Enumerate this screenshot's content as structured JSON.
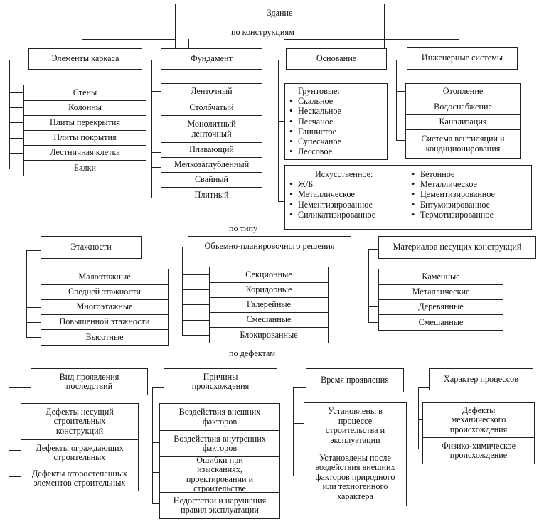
{
  "root": "Здание",
  "section_labels": {
    "by_construction": "по конструкциям",
    "by_type": "по типу",
    "by_defects": "по дефектам"
  },
  "construction": {
    "frame": {
      "title": "Элементы каркаса",
      "items": [
        "Стены",
        "Колонны",
        "Плиты перекрытия",
        "Плиты покрытия",
        "Лестничная клетка",
        "Балки"
      ]
    },
    "foundation": {
      "title": "Фундамент",
      "items": [
        "Ленточный",
        "Столбчатый",
        "Монолитный ленточный",
        "Плавающий",
        "Мелкозаглубленный",
        "Свайный",
        "Плитный"
      ]
    },
    "base": {
      "title": "Основание",
      "soil_title": "Грунтовые:",
      "soil": [
        "Скальное",
        "Нескальное",
        "Песчаное",
        "Глинистое",
        "Супесчаное",
        "Лессовое"
      ],
      "artificial_title": "Искусственное:",
      "artificial_left": [
        "Ж/Б",
        "Металлическое",
        "Цементизированное",
        "Силикатизированное"
      ],
      "artificial_right": [
        "Бетонное",
        "Металлическое",
        "Цементизированное",
        "Битумизированное",
        "Термотизированное"
      ]
    },
    "engineering": {
      "title": "Инженерные системы",
      "items": [
        "Отопление",
        "Водоснабжение",
        "Канализация",
        "Система вентиляции и кондиционирования"
      ]
    }
  },
  "type": {
    "floors": {
      "title": "Этажности",
      "items": [
        "Малоэтажные",
        "Средней этажности",
        "Многоэтажные",
        "Повышенной этажности",
        "Высотные"
      ]
    },
    "planning": {
      "title": "Объемно-планировочного решения",
      "items": [
        "Секционные",
        "Коридорные",
        "Галерейные",
        "Смешанные",
        "Блокированные"
      ]
    },
    "materials": {
      "title": "Материалов несущих конструкций",
      "items": [
        "Каменные",
        "Металлические",
        "Деревянные",
        "Смешанные"
      ]
    }
  },
  "defects": {
    "manifestation": {
      "title": "Вид проявления последствий",
      "items": [
        "Дефекты несущий строительных конструкций",
        "Дефекты ограждающих строительных",
        "Дефекты второстепенных элементов строительных"
      ]
    },
    "causes": {
      "title": "Причины происхождения",
      "items": [
        "Воздействия внешних факторов",
        "Воздействия внутренних факторов",
        "Ошибки при изысканиях, проектировании и строительстве",
        "Недостатки и нарушения правил эксплуатации"
      ]
    },
    "time": {
      "title": "Время проявления",
      "items": [
        "Установлены в процессе строительства и эксплуатации",
        "Установлены после воздействия внешних факторов природного или техногенного характера"
      ]
    },
    "process": {
      "title": "Характер процессов",
      "items": [
        "Дефекты механического происхождения",
        "Физико-химическое происхождение"
      ]
    }
  }
}
